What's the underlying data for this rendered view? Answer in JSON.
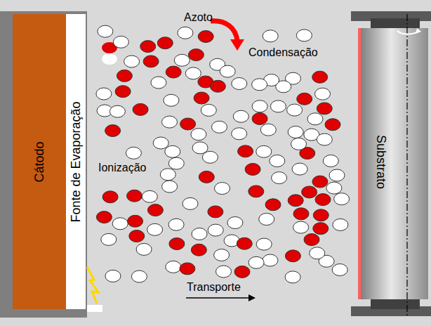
{
  "diagram": {
    "nodes": [
      {
        "text": [
          "Cátodo"
        ]
      },
      {
        "text": [
          "Fonte de Evaporação"
        ]
      },
      {
        "text": [
          "Substrato"
        ]
      }
    ],
    "labels": [
      "Azoto",
      "Condensação",
      "Ionização",
      "Transporte"
    ]
  }
}
